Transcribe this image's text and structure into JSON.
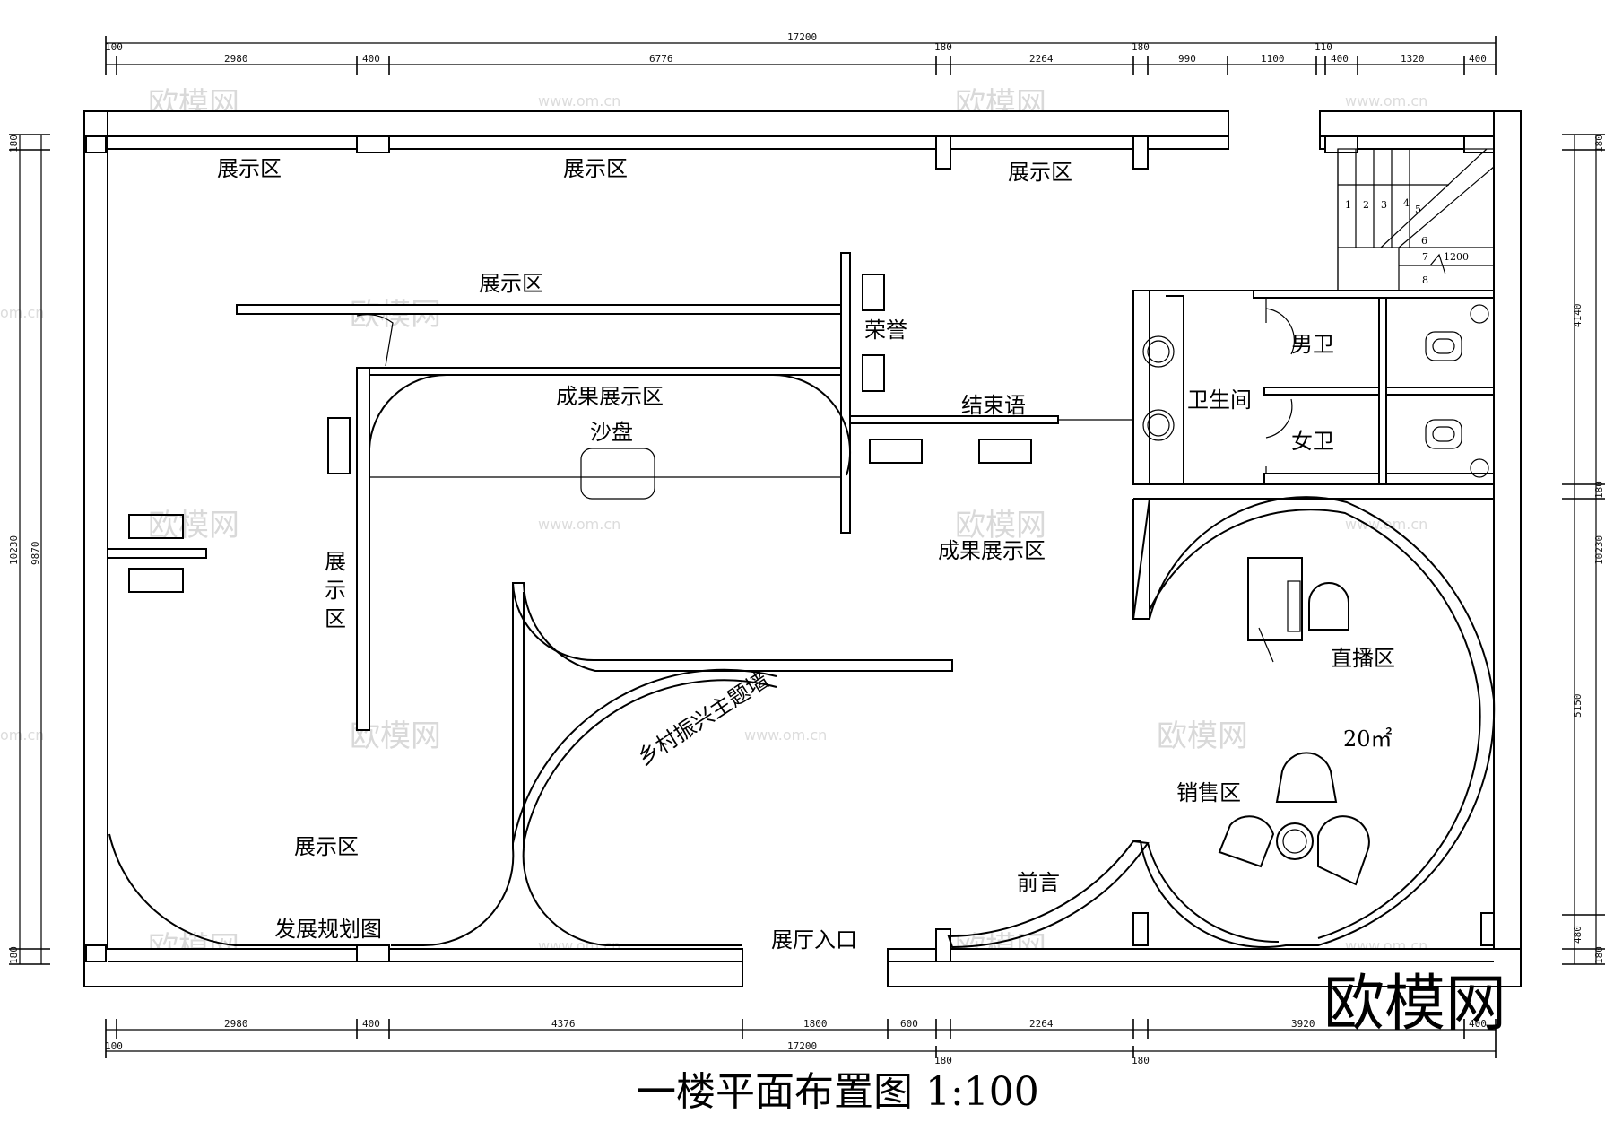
{
  "title": "一楼平面布置图 1:100",
  "watermark": {
    "text": "欧模网",
    "url": "www.om.cn",
    "partial_url": "om.cn"
  },
  "logo": "欧模网",
  "dimensions": {
    "top_total": "17200",
    "top_segments": [
      "100",
      "2980",
      "400",
      "6776",
      "180",
      "2264",
      "180",
      "990",
      "1100",
      "110",
      "400",
      "1320",
      "400"
    ],
    "bottom_total": "17200",
    "bottom_segments": [
      "100",
      "2980",
      "400",
      "4376",
      "1800",
      "600",
      "2264",
      "3920",
      "400"
    ],
    "bottom_small": [
      "180",
      "180"
    ],
    "left": [
      "180",
      "10230",
      "9870",
      "180"
    ],
    "right": [
      "180",
      "4140",
      "180",
      "10230",
      "5150",
      "480",
      "180"
    ]
  },
  "rooms": {
    "zhanshi_1": "展示区",
    "zhanshi_2": "展示区",
    "zhanshi_3": "展示区",
    "zhanshi_4": "展示区",
    "zhanshi_vertical": [
      "展",
      "示",
      "区"
    ],
    "zhanshi_5": "展示区",
    "rongyu": "荣誉",
    "chengguo_1": "成果展示区",
    "shapan": "沙盘",
    "jieshuyu": "结束语",
    "chengguo_2": "成果展示区",
    "weishengjian": "卫生间",
    "nanwei": "男卫",
    "nvwei": "女卫",
    "zhibo": "直播区",
    "area": "20㎡",
    "xiaoshou": "销售区",
    "theme_wall": "乡村振兴主题墙",
    "qianyan": "前言",
    "fazhan": "发展规划图",
    "entrance": "展厅入口"
  },
  "stairs": [
    "1",
    "2",
    "3",
    "4",
    "5",
    "6",
    "7",
    "8",
    "1200"
  ]
}
